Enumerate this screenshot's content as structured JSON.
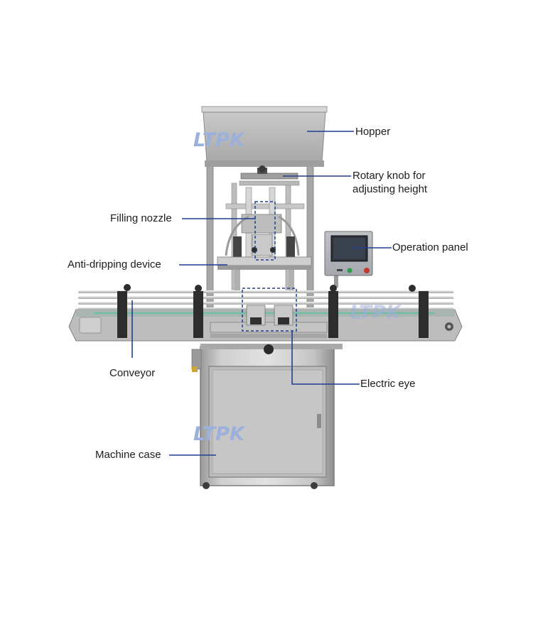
{
  "watermark": {
    "brand": "LTPK",
    "color": "#9cb0dc"
  },
  "colors": {
    "leader": "#1f3f8f",
    "steel_light": "#d4d4d4",
    "steel_mid": "#b6b6b6",
    "steel_dark": "#8a8a8a"
  },
  "labels": {
    "hopper": "Hopper",
    "rotary_knob_line1": "Rotary knob for",
    "rotary_knob_line2": "adjusting height",
    "filling_nozzle": "Filling nozzle",
    "operation_panel": "Operation panel",
    "anti_dripping": "Anti-dripping device",
    "conveyor": "Conveyor",
    "electric_eye": "Electric eye",
    "machine_case": "Machine case"
  }
}
